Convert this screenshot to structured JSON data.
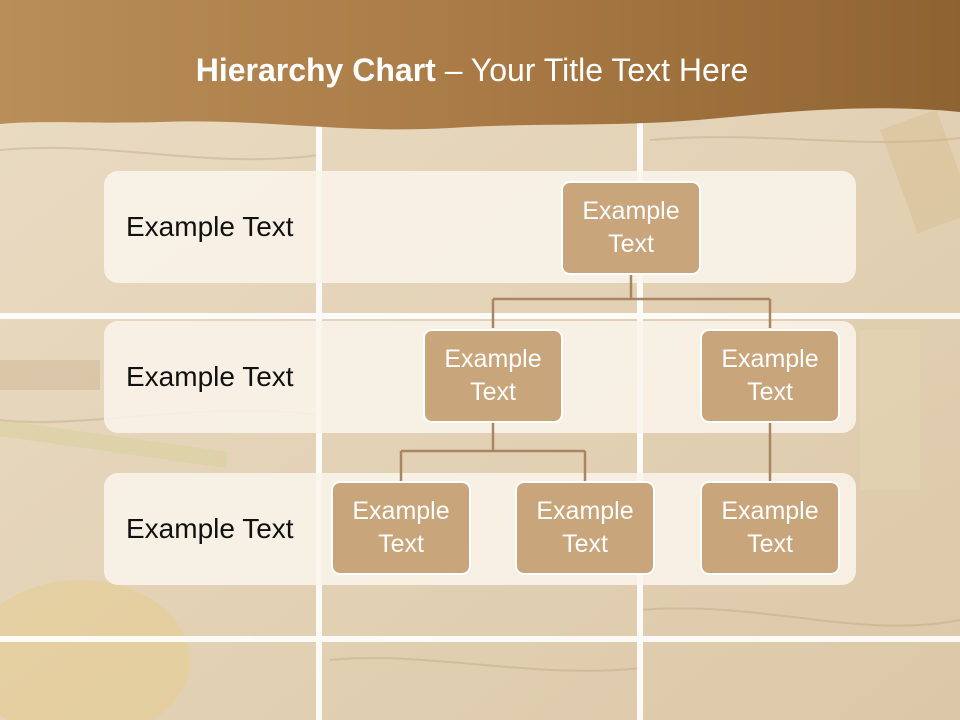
{
  "title": {
    "bold": "Hierarchy Chart",
    "dash": " – ",
    "rest": "Your Title Text Here"
  },
  "colors": {
    "header": "#a97a45",
    "band": "#faf4eb",
    "node_fill": "#c9a57b",
    "node_border": "#ffffff",
    "connector": "#a98563",
    "label_text": "#111111"
  },
  "levels": [
    {
      "label": "Example Text"
    },
    {
      "label": "Example Text"
    },
    {
      "label": "Example Text"
    }
  ],
  "nodes": {
    "root": "Example Text",
    "mid_left": "Example Text",
    "mid_right": "Example Text",
    "leaf_1": "Example Text",
    "leaf_2": "Example Text",
    "leaf_3": "Example Text"
  }
}
